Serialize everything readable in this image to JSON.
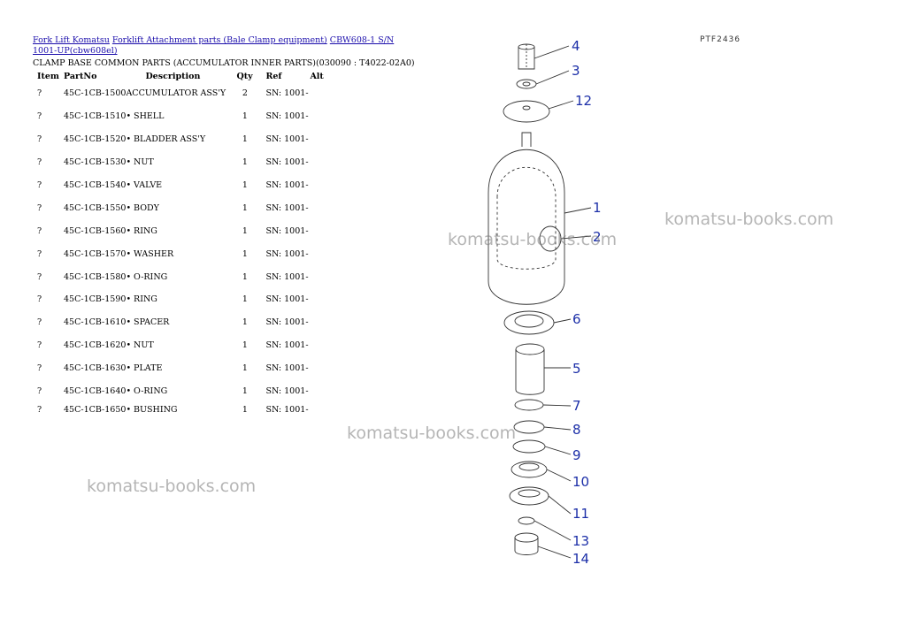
{
  "breadcrumb": {
    "link1": "Fork Lift Komatsu",
    "link2": "Forklift Attachment parts (Bale Clamp equipment)",
    "link3": "CBW608-1 S/N 1001-UP(cbw608el)"
  },
  "page_title": "CLAMP BASE COMMON PARTS (ACCUMULATOR INNER PARTS)(030090 : T4022-02A0)",
  "table": {
    "headers": [
      "Item",
      "PartNo",
      "Description",
      "Qty",
      "Ref",
      "Alt"
    ],
    "rows": [
      {
        "item": "?",
        "part": "45C-1CB-1500",
        "desc": "ACCUMULATOR ASS'Y",
        "qty": "2",
        "ref": "SN: 1001-",
        "alt": ""
      },
      {
        "item": "?",
        "part": "45C-1CB-1510",
        "desc": "• SHELL",
        "qty": "1",
        "ref": "SN: 1001-",
        "alt": ""
      },
      {
        "item": "?",
        "part": "45C-1CB-1520",
        "desc": "• BLADDER ASS'Y",
        "qty": "1",
        "ref": "SN: 1001-",
        "alt": ""
      },
      {
        "item": "?",
        "part": "45C-1CB-1530",
        "desc": "• NUT",
        "qty": "1",
        "ref": "SN: 1001-",
        "alt": ""
      },
      {
        "item": "?",
        "part": "45C-1CB-1540",
        "desc": "• VALVE",
        "qty": "1",
        "ref": "SN: 1001-",
        "alt": ""
      },
      {
        "item": "?",
        "part": "45C-1CB-1550",
        "desc": "• BODY",
        "qty": "1",
        "ref": "SN: 1001-",
        "alt": ""
      },
      {
        "item": "?",
        "part": "45C-1CB-1560",
        "desc": "• RING",
        "qty": "1",
        "ref": "SN: 1001-",
        "alt": ""
      },
      {
        "item": "?",
        "part": "45C-1CB-1570",
        "desc": "• WASHER",
        "qty": "1",
        "ref": "SN: 1001-",
        "alt": ""
      },
      {
        "item": "?",
        "part": "45C-1CB-1580",
        "desc": "• O-RING",
        "qty": "1",
        "ref": "SN: 1001-",
        "alt": ""
      },
      {
        "item": "?",
        "part": "45C-1CB-1590",
        "desc": "• RING",
        "qty": "1",
        "ref": "SN: 1001-",
        "alt": ""
      },
      {
        "item": "?",
        "part": "45C-1CB-1610",
        "desc": "• SPACER",
        "qty": "1",
        "ref": "SN: 1001-",
        "alt": ""
      },
      {
        "item": "?",
        "part": "45C-1CB-1620",
        "desc": "• NUT",
        "qty": "1",
        "ref": "SN: 1001-",
        "alt": ""
      },
      {
        "item": "?",
        "part": "45C-1CB-1630",
        "desc": "• PLATE",
        "qty": "1",
        "ref": "SN: 1001-",
        "alt": ""
      },
      {
        "item": "?",
        "part": "45C-1CB-1640",
        "desc": "• O-RING",
        "qty": "1",
        "ref": "SN: 1001-",
        "alt": ""
      },
      {
        "item": "?",
        "part": "45C-1CB-1650",
        "desc": "• BUSHING",
        "qty": "1",
        "ref": "SN: 1001-",
        "alt": ""
      }
    ]
  },
  "drawing_code": "PTF2436",
  "callouts": [
    "4",
    "3",
    "12",
    "1",
    "2",
    "6",
    "5",
    "7",
    "8",
    "9",
    "10",
    "11",
    "13",
    "14"
  ],
  "watermark_text": "komatsu-books.com",
  "colors": {
    "link": "#1a0dab",
    "callout": "#1c2fa8"
  }
}
